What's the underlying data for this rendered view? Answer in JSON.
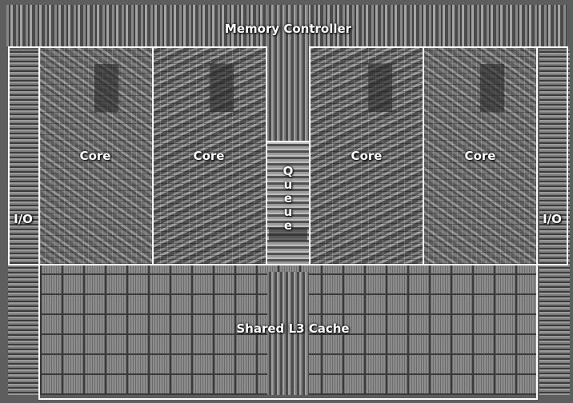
{
  "labels": {
    "memory_controller": "Memory Controller",
    "core_1": "Core",
    "core_2": "Core",
    "core_3": "Core",
    "core_4": "Core",
    "queue": "Queue",
    "io_left": "I/O",
    "io_right": "I/O",
    "l3_cache": "Shared L3 Cache"
  },
  "colors": {
    "outline": "#ffffff",
    "label_text": "#ffffff",
    "die_background": "#5e5e5e"
  }
}
